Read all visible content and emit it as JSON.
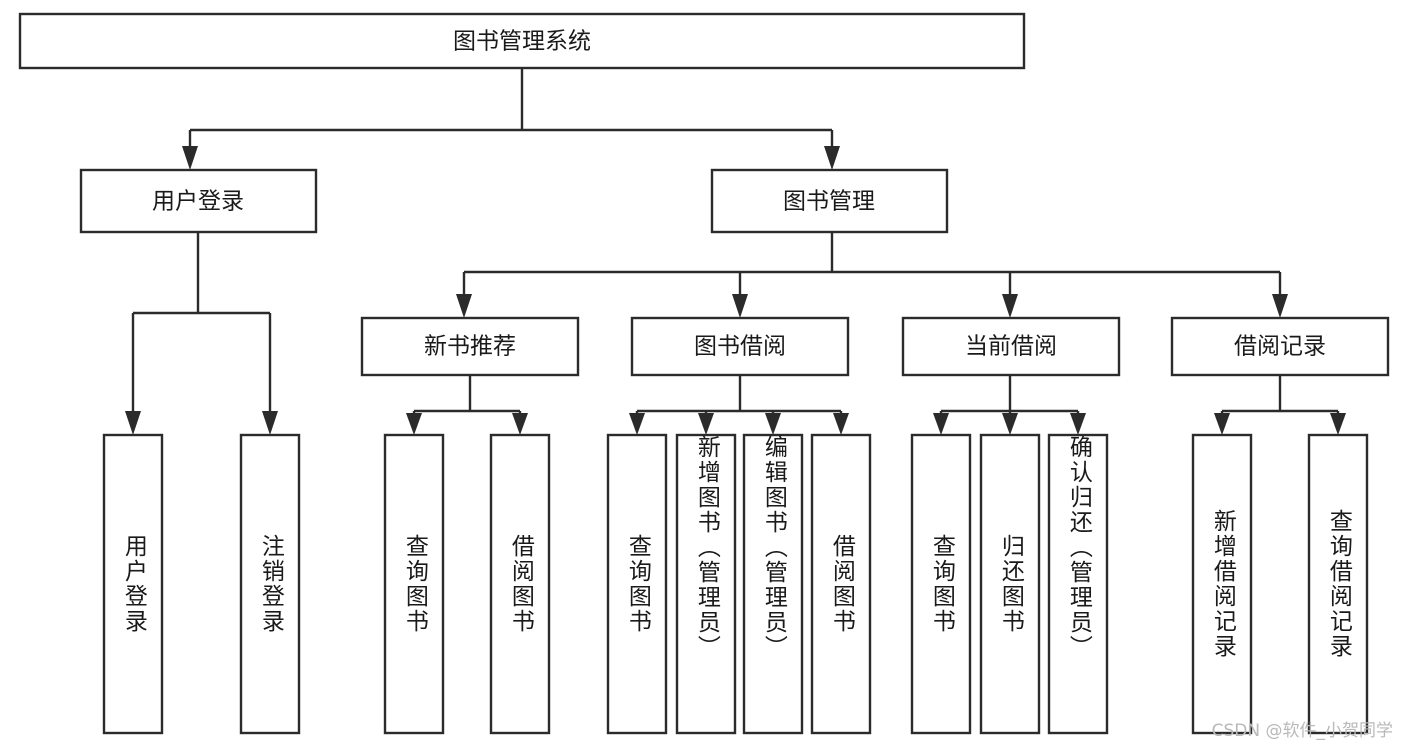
{
  "diagram": {
    "type": "tree",
    "title": "图书管理系统",
    "colors": {
      "stroke": "#2b2b2b",
      "fill": "#ffffff",
      "text": "#1a1a1a",
      "background": "#ffffff",
      "watermark": "#b9b9b9"
    },
    "root": {
      "label": "图书管理系统"
    },
    "level2": [
      {
        "label": "用户登录"
      },
      {
        "label": "图书管理"
      }
    ],
    "level3": [
      {
        "label": "新书推荐"
      },
      {
        "label": "图书借阅"
      },
      {
        "label": "当前借阅"
      },
      {
        "label": "借阅记录"
      }
    ],
    "leaves": {
      "user_login": [
        {
          "label": "用户登录"
        },
        {
          "label": "注销登录"
        }
      ],
      "new_book_recommend": [
        {
          "label": "查询图书"
        },
        {
          "label": "借阅图书"
        }
      ],
      "book_borrow": [
        {
          "label": "查询图书"
        },
        {
          "label": "新增图书（管理员）"
        },
        {
          "label": "编辑图书（管理员）"
        },
        {
          "label": "借阅图书"
        }
      ],
      "current_borrow": [
        {
          "label": "查询图书"
        },
        {
          "label": "归还图书"
        },
        {
          "label": "确认归还（管理员）"
        }
      ],
      "borrow_record": [
        {
          "label": "新增借阅记录"
        },
        {
          "label": "查询借阅记录"
        }
      ]
    }
  },
  "watermark": {
    "text": "CSDN @软件_小贺同学"
  }
}
